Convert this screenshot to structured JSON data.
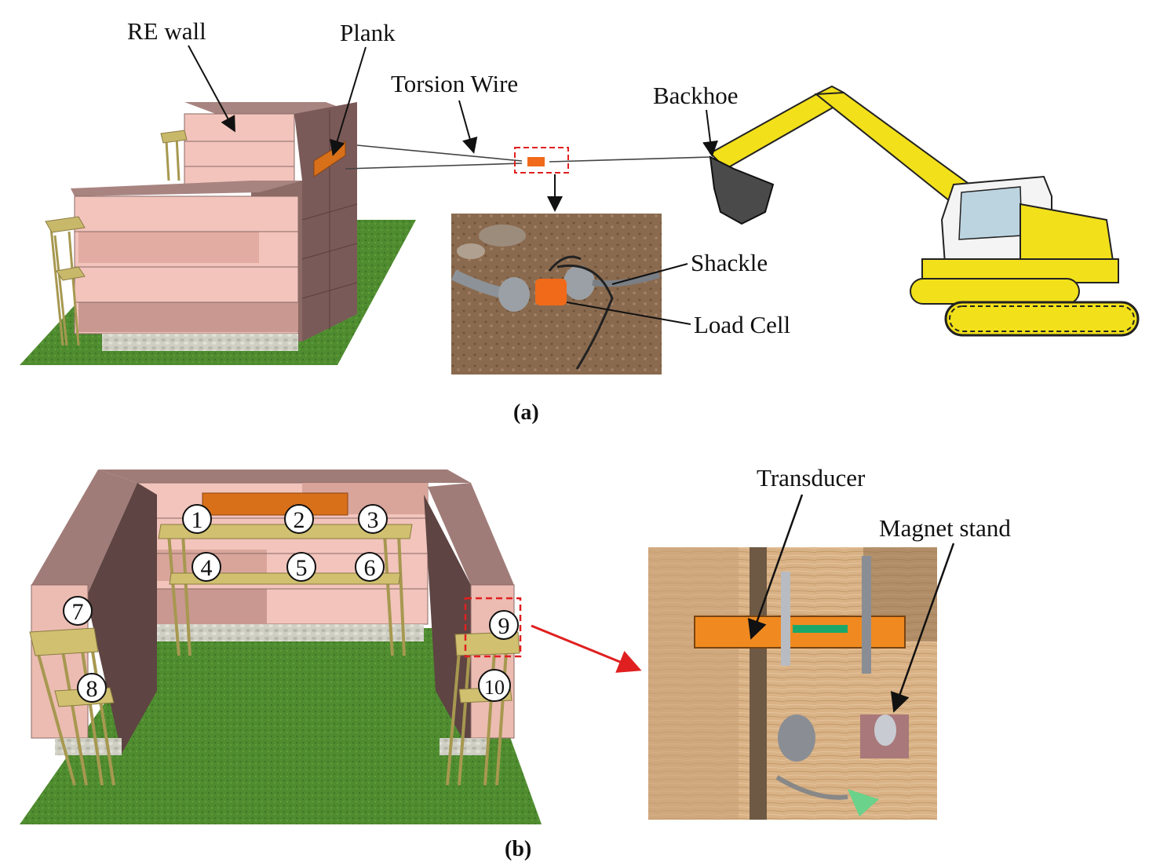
{
  "panel_a": {
    "labels": {
      "re_wall": "RE wall",
      "plank": "Plank",
      "torsion_wire": "Torsion Wire",
      "backhoe": "Backhoe",
      "shackle": "Shackle",
      "load_cell": "Load Cell"
    },
    "caption": "(a)"
  },
  "panel_b": {
    "labels": {
      "transducer": "Transducer",
      "magnet_stand": "Magnet stand"
    },
    "markers": [
      "1",
      "2",
      "3",
      "4",
      "5",
      "6",
      "7",
      "8",
      "9",
      "10"
    ],
    "caption": "(b)"
  },
  "colors": {
    "wall_face_light": "#f2c4bc",
    "wall_face_dark": "#7a5a58",
    "wall_top": "#a88480",
    "grass": "#4e8a2e",
    "frame": "#c8b86a",
    "backhoe": "#f2e01a",
    "highlight_box": "#e02020",
    "load_cell": "#f06a1a"
  }
}
